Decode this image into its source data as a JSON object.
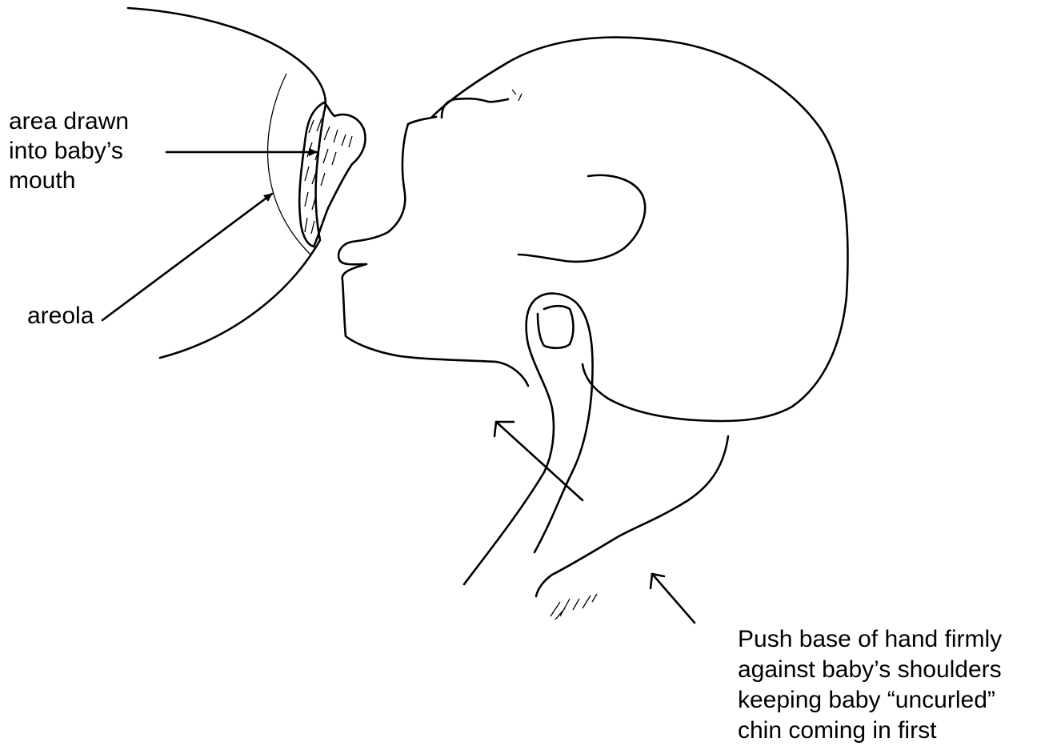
{
  "labels": {
    "area_drawn": [
      "area drawn",
      "into baby’s",
      "mouth"
    ],
    "areola": "areola",
    "instruction": [
      "Push base of hand firmly",
      "against baby’s shoulders",
      "keeping baby “uncurled”",
      "chin coming in first"
    ]
  }
}
